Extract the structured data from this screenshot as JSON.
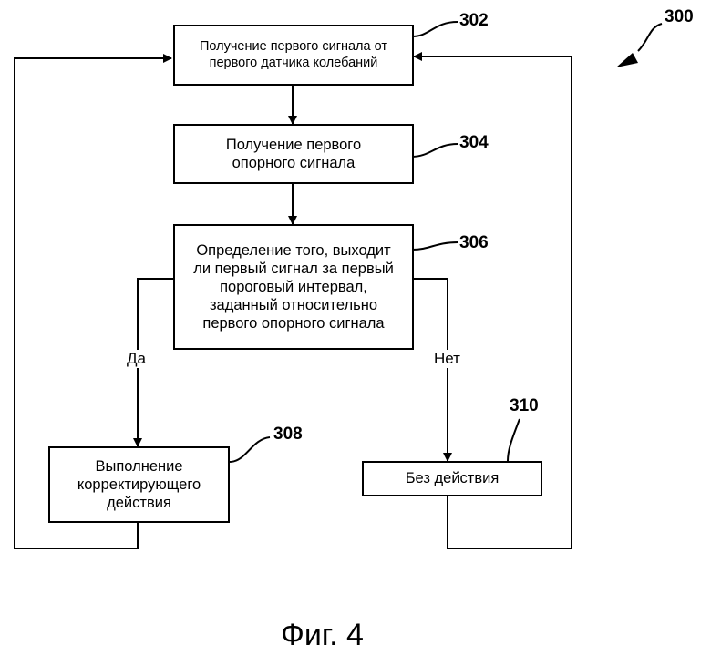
{
  "figure": {
    "number": "300",
    "caption": "Фиг. 4"
  },
  "steps": {
    "s302": {
      "ref": "302",
      "text": "Получение первого сигнала от\nпервого датчика колебаний"
    },
    "s304": {
      "ref": "304",
      "text": "Получение первого\nопорного сигнала"
    },
    "s306": {
      "ref": "306",
      "text": "Определение того, выходит\nли первый сигнал за первый\nпороговый интервал,\nзаданный относительно\nпервого опорного сигнала"
    },
    "s308": {
      "ref": "308",
      "text": "Выполнение\nкорректирующего\nдействия"
    },
    "s310": {
      "ref": "310",
      "text": "Без действия"
    }
  },
  "branches": {
    "yes": "Да",
    "no": "Нет"
  }
}
